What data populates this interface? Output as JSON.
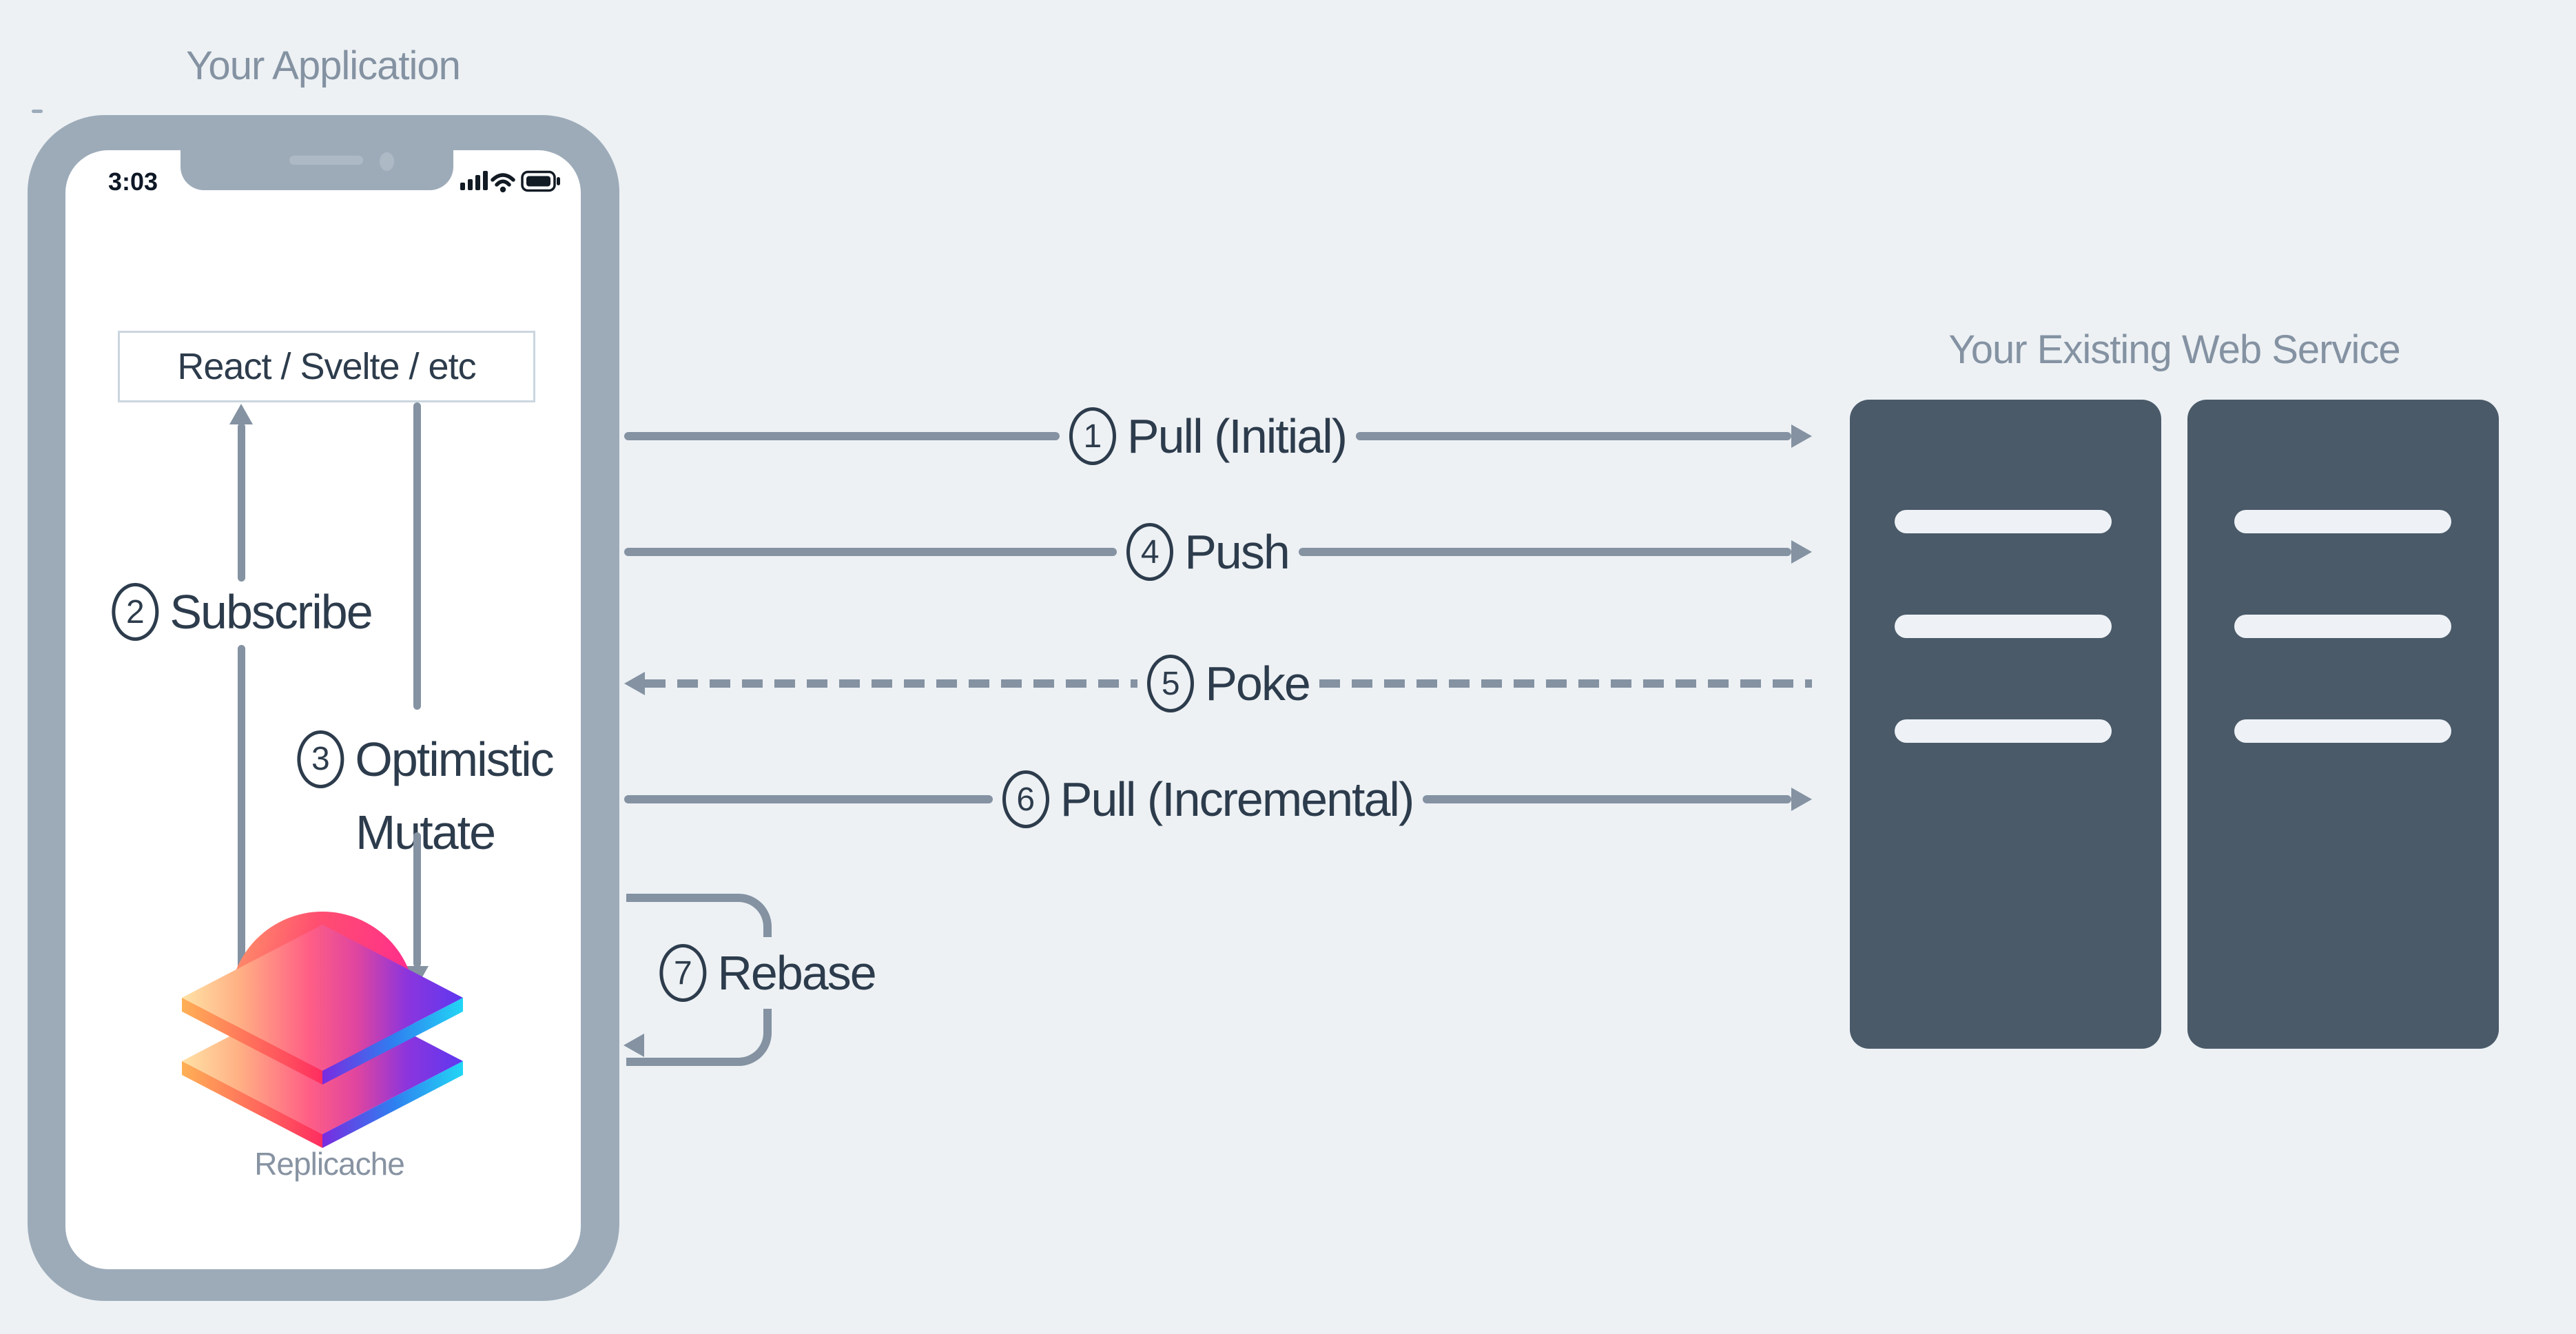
{
  "colors": {
    "background": "#edf1f4",
    "phone_frame": "#9dabb9",
    "screen": "#ffffff",
    "text_dark": "#2d3c4c",
    "text_muted": "#8492a2",
    "arrow_line": "#8492a2",
    "server_rack": "#4a5a69",
    "rack_slot": "#eef2f6",
    "box_border": "#cbd6df",
    "status_icons": "#121a24",
    "logo_pink": "#ff2d78",
    "logo_purple": "#5e38f0",
    "logo_cyan": "#22d6f5",
    "logo_yellow": "#ffe2a6"
  },
  "titles": {
    "application": "Your Application",
    "web_service": "Your Existing Web Service"
  },
  "phone": {
    "status_time": "3:03",
    "framework_box_label": "React / Svelte / etc",
    "logo_label": "Replicache"
  },
  "flows": {
    "pull_initial": {
      "num": "1",
      "label": "Pull (Initial)"
    },
    "subscribe": {
      "num": "2",
      "label": "Subscribe"
    },
    "optimistic_mutate": {
      "num": "3",
      "label_line1": "Optimistic",
      "label_line2": "Mutate"
    },
    "push": {
      "num": "4",
      "label": "Push"
    },
    "poke": {
      "num": "5",
      "label": "Poke"
    },
    "pull_incremental": {
      "num": "6",
      "label": "Pull (Incremental)"
    },
    "rebase": {
      "num": "7",
      "label": "Rebase"
    }
  }
}
